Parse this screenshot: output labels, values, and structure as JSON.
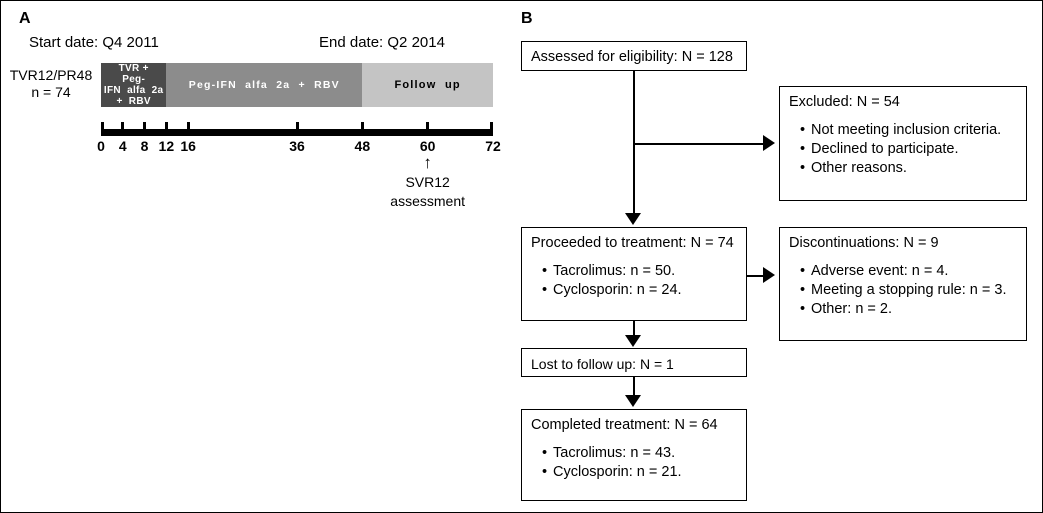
{
  "figure": {
    "panels": [
      {
        "letter": "A"
      },
      {
        "letter": "B"
      }
    ]
  },
  "panelA": {
    "letter": "A",
    "start_date": "Start date: Q4 2011",
    "end_date": "End date: Q2 2014",
    "arm_label_line1": "TVR12/PR48",
    "arm_label_line2": "n = 74",
    "segments": [
      {
        "label": "TVR + Peg-IFN alfa 2a + RBV",
        "color": "#4a4a4a",
        "text_color": "#ffffff",
        "weeks_start": 0,
        "weeks_end": 12
      },
      {
        "label": "Peg-IFN alfa 2a + RBV",
        "color": "#8c8c8c",
        "text_color": "#ffffff",
        "weeks_start": 12,
        "weeks_end": 48
      },
      {
        "label": "Follow up",
        "color": "#c4c4c4",
        "text_color": "#000000",
        "weeks_start": 48,
        "weeks_end": 72
      }
    ],
    "axis": {
      "min": 0,
      "max": 72,
      "ticks": [
        0,
        4,
        8,
        12,
        16,
        36,
        48,
        60,
        72
      ],
      "unit": "weeks"
    },
    "annotation": {
      "arrow_glyph": "↑",
      "at_week": 60,
      "line1": "SVR12",
      "line2": "assessment"
    }
  },
  "panelB": {
    "letter": "B",
    "boxes": [
      {
        "id": "assessed",
        "header": "Assessed for eligibility: N = 128",
        "items": []
      },
      {
        "id": "excluded",
        "header": "Excluded: N = 54",
        "items": [
          "Not meeting inclusion criteria.",
          "Declined to participate.",
          "Other reasons."
        ]
      },
      {
        "id": "proceeded",
        "header": "Proceeded to treatment: N = 74",
        "items": [
          "Tacrolimus: n = 50.",
          "Cyclosporin: n = 24."
        ]
      },
      {
        "id": "discontinuations",
        "header": "Discontinuations: N = 9",
        "items": [
          "Adverse event: n = 4.",
          "Meeting a stopping rule: n = 3.",
          "Other: n = 2."
        ]
      },
      {
        "id": "lost",
        "header": "Lost to follow up: N = 1",
        "items": []
      },
      {
        "id": "completed",
        "header": "Completed treatment: N = 64",
        "items": [
          "Tacrolimus: n = 43.",
          "Cyclosporin: n = 21."
        ]
      }
    ]
  },
  "colors": {
    "frame": "#000000",
    "segment_dark": "#4a4a4a",
    "segment_mid": "#8c8c8c",
    "segment_light": "#c4c4c4"
  }
}
